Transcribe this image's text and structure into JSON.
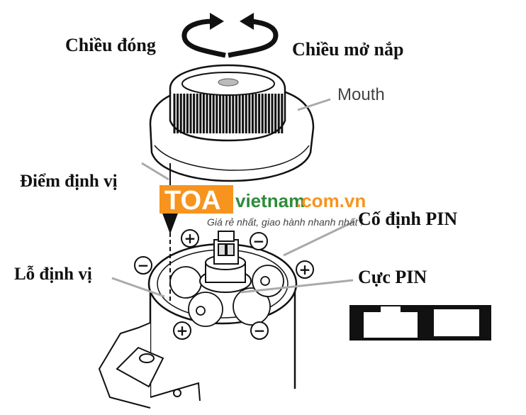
{
  "labels": {
    "closing_direction": "Chiều đóng",
    "opening_direction": "Chiều mở nắp",
    "mouth": "Mouth",
    "locating_point": "Điểm định vị",
    "battery_holder": "Cố định PIN",
    "locating_hole": "Lỗ định vị",
    "battery_terminal": "Cực PIN"
  },
  "watermark": {
    "brand_box": "TOA",
    "brand_rest": "vietnam",
    "domain": ".com.vn",
    "tagline": "Giá rẻ nhất, giao hành nhanh nhất !",
    "colors": {
      "orange": "#f7941d",
      "green": "#2e8b3a"
    }
  },
  "symbols": {
    "plus": "+",
    "minus": "−"
  }
}
